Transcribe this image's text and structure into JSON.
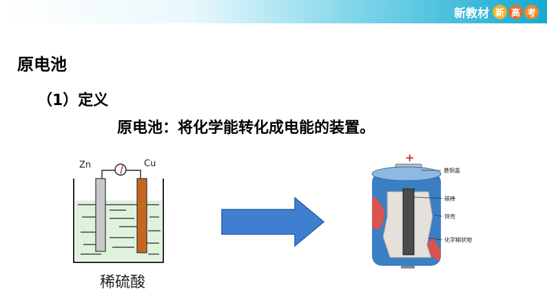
{
  "header": {
    "brand_text": "新教材",
    "brand_circles": [
      "新",
      "高",
      "考"
    ]
  },
  "slide": {
    "title": "原电池",
    "subtitle": "（1）定义",
    "definition": "原电池：将化学能转化成电能的装置。"
  },
  "beaker": {
    "electrode_left": "Zn",
    "electrode_right": "Cu",
    "solution_label": "稀硫酸"
  },
  "battery": {
    "labels": [
      "黄铜盖",
      "碳棒",
      "锌壳",
      "化学糊状物"
    ]
  },
  "colors": {
    "header_accent": "#16a9cf",
    "arrow_fill": "#3f7fd0",
    "zinc_rod": "#c8c8c8",
    "copper_rod": "#c7671f"
  }
}
